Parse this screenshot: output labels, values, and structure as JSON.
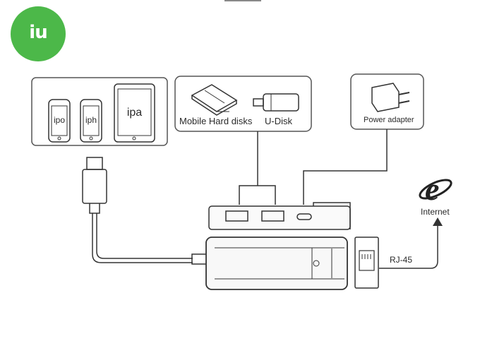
{
  "logo": {
    "text": "iu",
    "color": "#4cb849"
  },
  "devices": {
    "phone1": "ipo",
    "phone2": "iph",
    "tablet": "ipa"
  },
  "storage": {
    "hdd_label": "Mobile Hard disks",
    "udisk_label": "U-Disk"
  },
  "power": {
    "label": "Power adapter"
  },
  "network": {
    "port_label": "RJ-45",
    "internet_label": "Internet"
  },
  "colors": {
    "line": "#333333",
    "box": "#444444"
  }
}
